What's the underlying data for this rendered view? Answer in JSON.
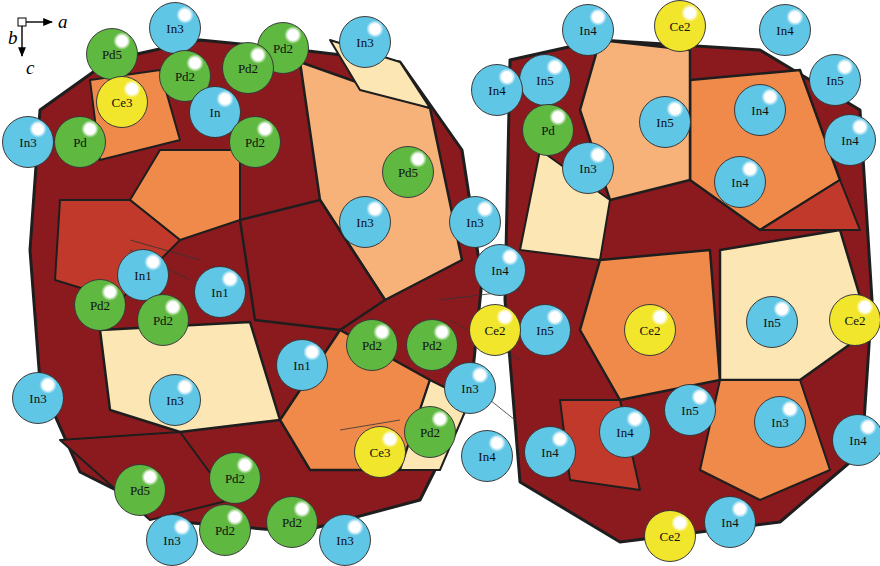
{
  "diagram": {
    "nodes": [
      {
        "text": [
          "In3"
        ]
      },
      {
        "text": [
          "Ce2"
        ]
      },
      {
        "text": [
          "In4"
        ]
      },
      {
        "text": [
          "In4"
        ]
      },
      {
        "text": [
          "In3"
        ]
      },
      {
        "text": [
          "Pd2"
        ]
      },
      {
        "text": [
          "Pd5"
        ]
      },
      {
        "text": [
          "Pd2"
        ]
      },
      {
        "text": [
          "Pd2"
        ]
      },
      {
        "text": [
          "In5"
        ]
      },
      {
        "text": [
          "In5"
        ]
      },
      {
        "text": [
          "In4"
        ]
      },
      {
        "text": [
          "Ce3"
        ]
      },
      {
        "text": [
          "In"
        ]
      },
      {
        "text": [
          "In4"
        ]
      },
      {
        "text": [
          "In5"
        ]
      },
      {
        "text": [
          "Pd"
        ]
      },
      {
        "text": [
          "Pd2"
        ]
      },
      {
        "text": [
          "In3"
        ]
      },
      {
        "text": [
          "Pd"
        ]
      },
      {
        "text": [
          "In4"
        ]
      },
      {
        "text": [
          "In3"
        ]
      },
      {
        "text": [
          "Pd5"
        ]
      },
      {
        "text": [
          "In4"
        ]
      },
      {
        "text": [
          "In3"
        ]
      },
      {
        "text": [
          "In3"
        ]
      },
      {
        "text": [
          "In4"
        ]
      },
      {
        "text": [
          "In1"
        ]
      },
      {
        "text": [
          "In1"
        ]
      },
      {
        "text": [
          "Pd2"
        ]
      },
      {
        "text": [
          "Pd2"
        ]
      },
      {
        "text": [
          "In5"
        ]
      },
      {
        "text": [
          "Ce2"
        ]
      },
      {
        "text": [
          "In5"
        ]
      },
      {
        "text": [
          "Ce2"
        ]
      },
      {
        "text": [
          "Ce2"
        ]
      },
      {
        "text": [
          "Pd2"
        ]
      },
      {
        "text": [
          "Pd2"
        ]
      },
      {
        "text": [
          "In1"
        ]
      },
      {
        "text": [
          "In3"
        ]
      },
      {
        "text": [
          "In3"
        ]
      },
      {
        "text": [
          "In3"
        ]
      },
      {
        "text": [
          "In5"
        ]
      },
      {
        "text": [
          "In3"
        ]
      },
      {
        "text": [
          "In4"
        ]
      },
      {
        "text": [
          "Pd2"
        ]
      },
      {
        "text": [
          "In4"
        ]
      },
      {
        "text": [
          "In4"
        ]
      },
      {
        "text": [
          "Ce3"
        ]
      },
      {
        "text": [
          "In4"
        ]
      },
      {
        "text": [
          "Pd2"
        ]
      },
      {
        "text": [
          "Pd5"
        ]
      },
      {
        "text": [
          "Pd2"
        ]
      },
      {
        "text": [
          "In4"
        ]
      },
      {
        "text": [
          "Pd2"
        ]
      },
      {
        "text": [
          "Ce2"
        ]
      },
      {
        "text": [
          "In3"
        ]
      },
      {
        "text": [
          "In3"
        ]
      }
    ],
    "labels": [
      "a",
      "b",
      "c"
    ]
  }
}
